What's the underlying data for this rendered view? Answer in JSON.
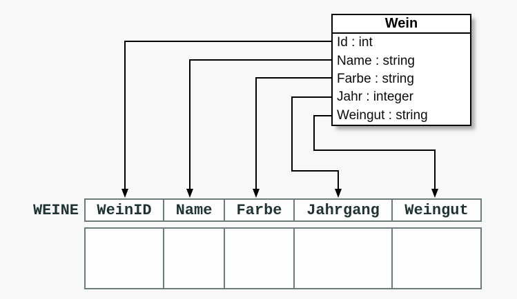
{
  "class_box": {
    "title": "Wein",
    "attributes": [
      "Id : int",
      "Name : string",
      "Farbe : string",
      "Jahr : integer",
      "Weingut : string"
    ]
  },
  "table": {
    "label": "WEINE",
    "columns": [
      "WeinID",
      "Name",
      "Farbe",
      "Jahrgang",
      "Weingut"
    ],
    "body_row": [
      "",
      "",
      "",
      "",
      ""
    ]
  },
  "mappings": [
    {
      "from": "Id",
      "to": "WeinID"
    },
    {
      "from": "Name",
      "to": "Name"
    },
    {
      "from": "Farbe",
      "to": "Farbe"
    },
    {
      "from": "Jahr",
      "to": "Jahrgang"
    },
    {
      "from": "Weingut",
      "to": "Weingut"
    }
  ],
  "colors": {
    "page_background": "#f8f8f8",
    "class_box_border": "#000000",
    "class_box_background": "#ffffff",
    "connector": "#000000",
    "table_border": "#6b7b7b",
    "table_text": "#1f3333",
    "cell_background": "#fdfdfd"
  }
}
